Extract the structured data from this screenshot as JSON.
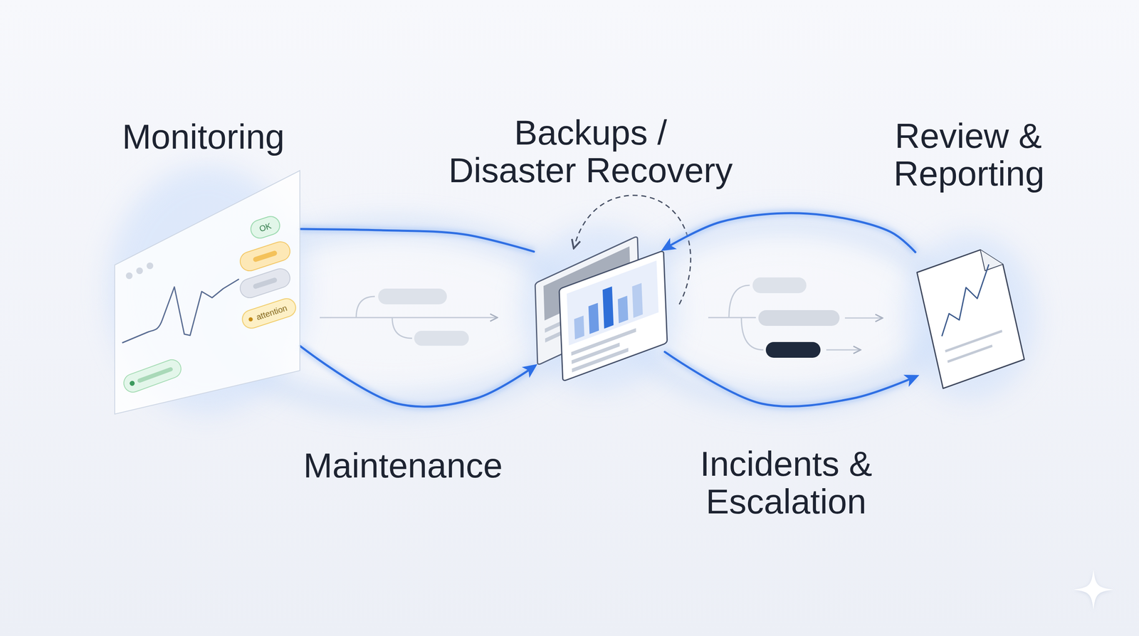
{
  "diagram": {
    "nodes": [
      {
        "text": [
          "Monitoring"
        ]
      },
      {
        "text": [
          "Backups / Disaster Recovery"
        ]
      },
      {
        "text": [
          "Review & Reporting"
        ]
      }
    ],
    "edges": [
      {
        "from": 0,
        "to": 1,
        "arrow": "to",
        "label": "Maintenance"
      },
      {
        "from": 1,
        "to": 2,
        "arrow": "to",
        "label": "Incidents & Escalation"
      },
      {
        "from": 2,
        "to": 1,
        "arrow": "to"
      },
      {
        "from": 1,
        "to": 0,
        "arrow": "none"
      }
    ],
    "labels": [
      "OK",
      "attention"
    ]
  }
}
